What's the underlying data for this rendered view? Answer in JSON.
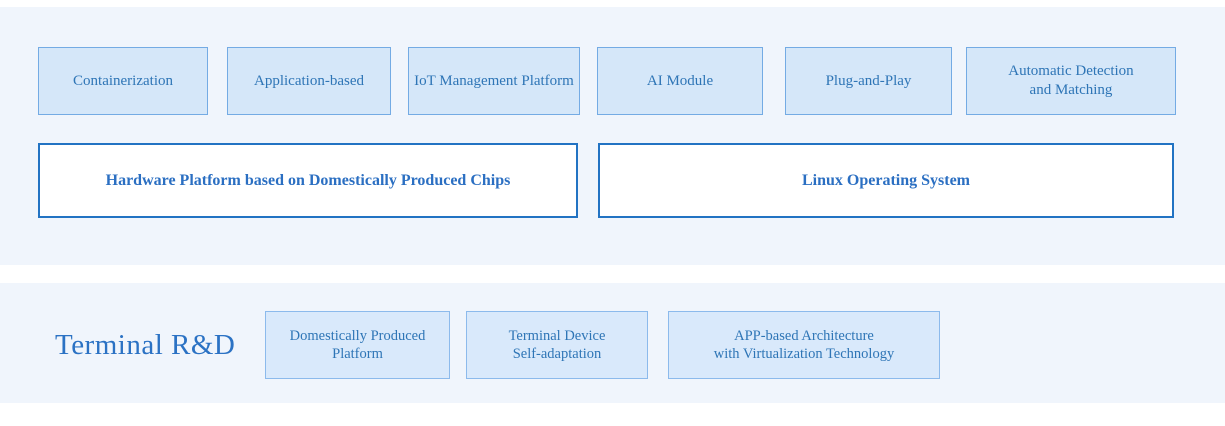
{
  "colors": {
    "panel_background": "#f0f5fc",
    "feature_box_fill": "#d5e7f9",
    "feature_box_border": "#74abe4",
    "platform_box_border": "#2273c3",
    "terminal_box_fill": "#d9e9fb",
    "terminal_box_border": "#8cbaec",
    "text_blue": "#2e75b6"
  },
  "upper_panel": {
    "feature_boxes": [
      {
        "label": "Containerization"
      },
      {
        "label": "Application-based"
      },
      {
        "label": "IoT Management Platform"
      },
      {
        "label": "AI Module"
      },
      {
        "label": "Plug-and-Play"
      },
      {
        "label": "Automatic Detection\nand Matching"
      }
    ],
    "platform_boxes": [
      {
        "label": "Hardware Platform based on Domestically Produced Chips"
      },
      {
        "label": "Linux Operating System"
      }
    ]
  },
  "lower_panel": {
    "section_title": "Terminal R&D",
    "boxes": [
      {
        "label": "Domestically Produced\nPlatform"
      },
      {
        "label": "Terminal Device\nSelf-adaptation"
      },
      {
        "label": "APP-based Architecture\nwith Virtualization Technology"
      }
    ]
  }
}
